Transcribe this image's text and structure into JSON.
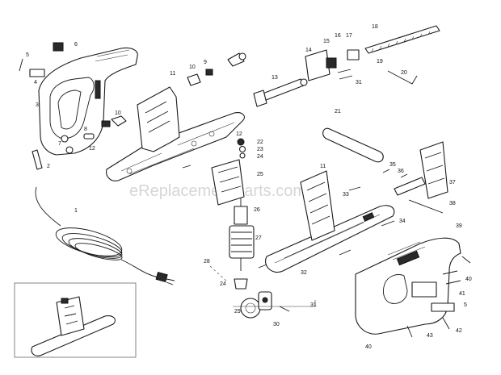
{
  "watermark": "eReplacementParts.com",
  "callouts": [
    {
      "id": "c1",
      "text": "1"
    },
    {
      "id": "c2",
      "text": "2"
    },
    {
      "id": "c3",
      "text": "3"
    },
    {
      "id": "c4",
      "text": "4"
    },
    {
      "id": "c5a",
      "text": "5"
    },
    {
      "id": "c6",
      "text": "6"
    },
    {
      "id": "c7",
      "text": "7"
    },
    {
      "id": "c8",
      "text": "8"
    },
    {
      "id": "c9",
      "text": "9"
    },
    {
      "id": "c10",
      "text": "10"
    },
    {
      "id": "c11",
      "text": "11"
    },
    {
      "id": "c12",
      "text": "12"
    },
    {
      "id": "c13",
      "text": "13"
    },
    {
      "id": "c14",
      "text": "14"
    },
    {
      "id": "c15",
      "text": "15"
    },
    {
      "id": "c16",
      "text": "16"
    },
    {
      "id": "c17",
      "text": "17"
    },
    {
      "id": "c18",
      "text": "18"
    },
    {
      "id": "c19",
      "text": "19"
    },
    {
      "id": "c20",
      "text": "20"
    },
    {
      "id": "c21",
      "text": "21"
    },
    {
      "id": "c22",
      "text": "22"
    },
    {
      "id": "c23",
      "text": "23"
    },
    {
      "id": "c24",
      "text": "24"
    },
    {
      "id": "c25",
      "text": "25"
    },
    {
      "id": "c26",
      "text": "26"
    },
    {
      "id": "c27",
      "text": "27"
    },
    {
      "id": "c28",
      "text": "28"
    },
    {
      "id": "c29",
      "text": "29"
    },
    {
      "id": "c30",
      "text": "30"
    },
    {
      "id": "c31",
      "text": "31"
    },
    {
      "id": "c32",
      "text": "32"
    },
    {
      "id": "c33",
      "text": "33"
    },
    {
      "id": "c34",
      "text": "34"
    },
    {
      "id": "c35",
      "text": "35"
    },
    {
      "id": "c36",
      "text": "36"
    },
    {
      "id": "c37",
      "text": "37"
    },
    {
      "id": "c38",
      "text": "38"
    },
    {
      "id": "c39",
      "text": "39"
    },
    {
      "id": "c40",
      "text": "40"
    },
    {
      "id": "c41",
      "text": "41"
    },
    {
      "id": "c42",
      "text": "42"
    },
    {
      "id": "c43",
      "text": "43"
    },
    {
      "id": "c5b",
      "text": "5"
    },
    {
      "id": "c10b",
      "text": "10"
    },
    {
      "id": "c11b",
      "text": "11"
    },
    {
      "id": "c12b",
      "text": "12"
    },
    {
      "id": "c24b",
      "text": "24"
    },
    {
      "id": "c31b",
      "text": "31"
    },
    {
      "id": "c40b",
      "text": "40"
    }
  ]
}
